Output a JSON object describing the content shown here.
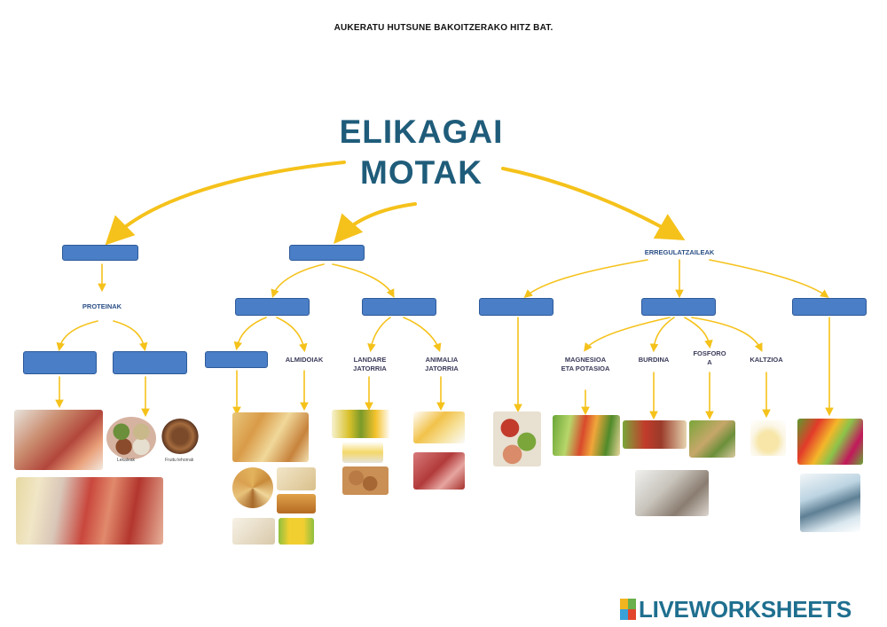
{
  "header": {
    "instruction": "AUKERATU HUTSUNE BAKOITZERAKO HITZ BAT."
  },
  "title": {
    "line1": "ELIKAGAI",
    "line2": "MOTAK"
  },
  "labels": {
    "proteinak": "PROTEINAK",
    "almidoiak": "ALMIDOIAK",
    "landare": "LANDARE JATORRIA",
    "animalia": "ANIMALIA JATORRIA",
    "erregulatzaileak": "ERREGULATZAILEAK",
    "magnesioa": "MAGNESIOA ETA POTASIOA",
    "burdina": "BURDINA",
    "fosforoa": "FOSFORO A",
    "kaltzioa": "KALTZIOA",
    "lekaleak": "Lekaleak",
    "fruitu": "Fruitu lehorrak"
  },
  "blanks": [
    {
      "id": "blank-top-left",
      "value": ""
    },
    {
      "id": "blank-top-middle",
      "value": ""
    },
    {
      "id": "blank-prot-left",
      "value": ""
    },
    {
      "id": "blank-prot-right",
      "value": ""
    },
    {
      "id": "blank-energy-left",
      "value": ""
    },
    {
      "id": "blank-energy-right",
      "value": ""
    },
    {
      "id": "blank-sugar",
      "value": ""
    },
    {
      "id": "blank-reg-left",
      "value": ""
    },
    {
      "id": "blank-reg-middle",
      "value": ""
    },
    {
      "id": "blank-reg-right",
      "value": ""
    }
  ],
  "brand": {
    "name": "LIVEWORKSHEETS",
    "colors": [
      "#f2b51f",
      "#6ab04c",
      "#3aa0d8",
      "#e2452d"
    ]
  },
  "colors": {
    "arrow": "#f5c21b",
    "box": "#4a7ec6",
    "title": "#1f5c7a"
  }
}
